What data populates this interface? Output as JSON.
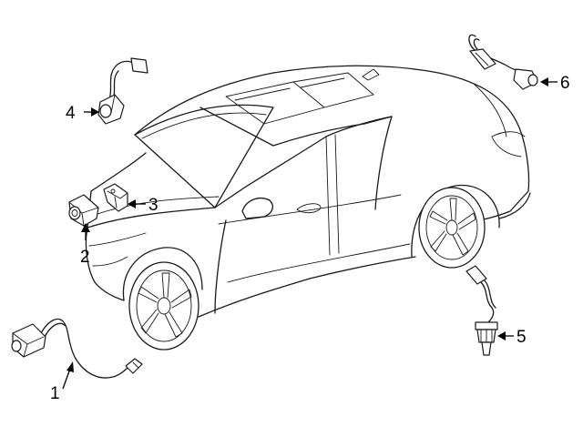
{
  "callouts": [
    {
      "number": "1",
      "part": "sensor-1"
    },
    {
      "number": "2",
      "part": "sensor-2"
    },
    {
      "number": "3",
      "part": "sensor-3"
    },
    {
      "number": "4",
      "part": "sensor-4"
    },
    {
      "number": "5",
      "part": "sensor-5"
    },
    {
      "number": "6",
      "part": "sensor-6"
    }
  ]
}
